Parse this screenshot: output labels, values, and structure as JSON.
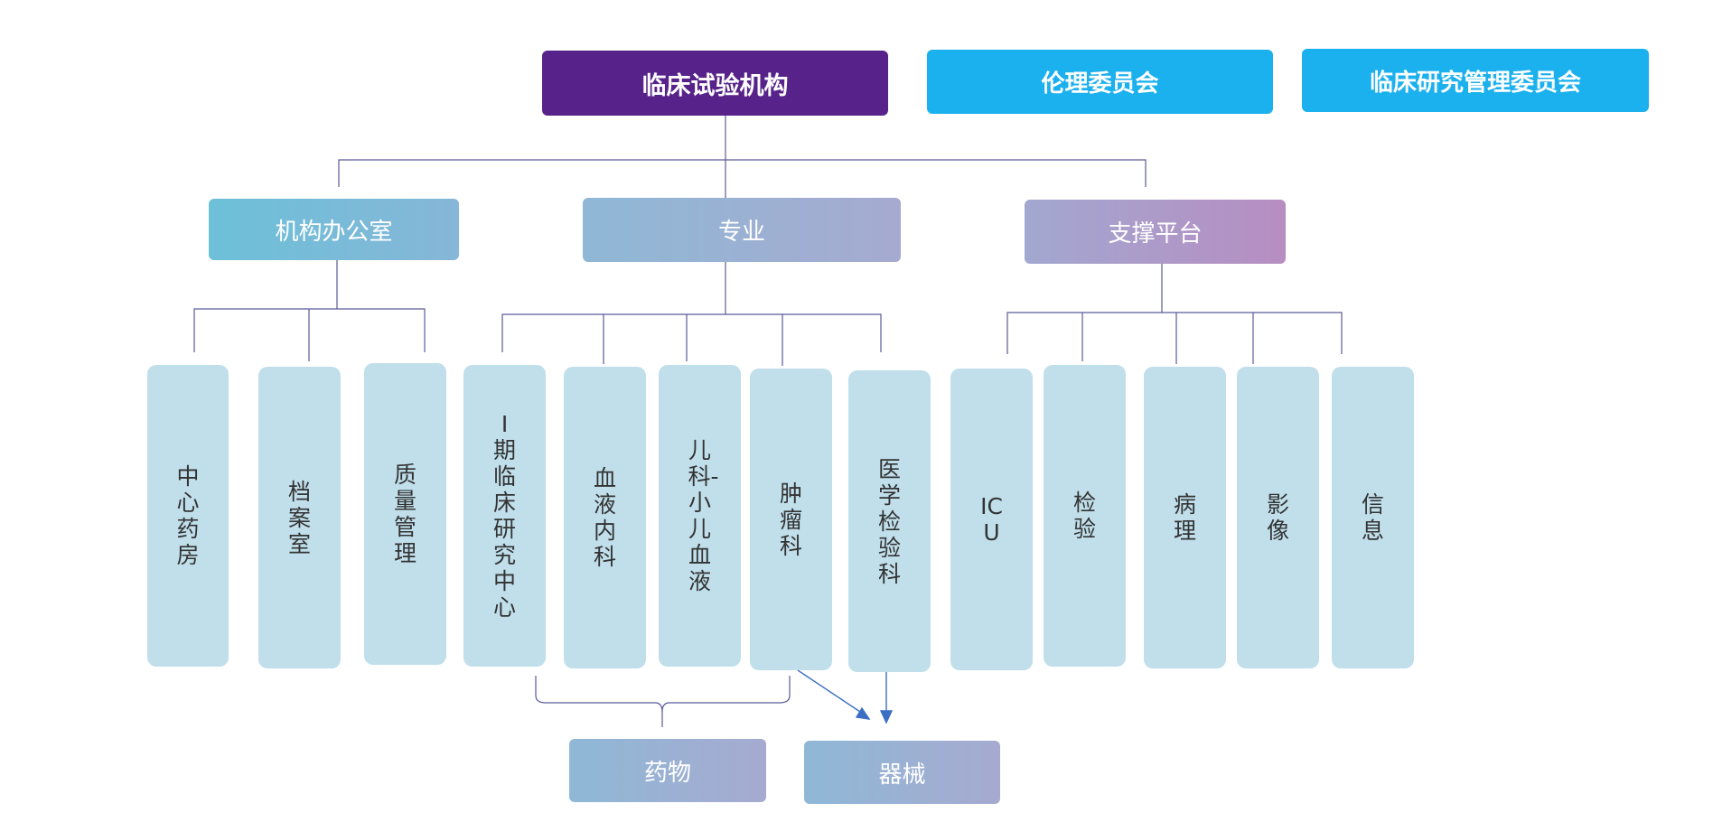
{
  "top": {
    "main": "临床试验机构",
    "ethics": "伦理委员会",
    "research_mgmt": "临床研究管理委员会"
  },
  "level2": {
    "office": "机构办公室",
    "specialty": "专业",
    "support": "支撑平台"
  },
  "office_units": [
    "中心药房",
    "档案室",
    "质量管理"
  ],
  "specialty_units": [
    "I期临床研究中心",
    "血液内科",
    "儿科-小儿血液",
    "肿瘤科",
    "医学检验科"
  ],
  "support_units": [
    "ICU",
    "检验",
    "病理",
    "影像",
    "信息"
  ],
  "bottom": {
    "drug": "药物",
    "device": "器械"
  },
  "colors": {
    "main": "#57238a",
    "committee": "#1bb0ee",
    "leaf": "#c0dfeb",
    "line": "#5a5a9a",
    "arrow": "#3a6fc4"
  }
}
